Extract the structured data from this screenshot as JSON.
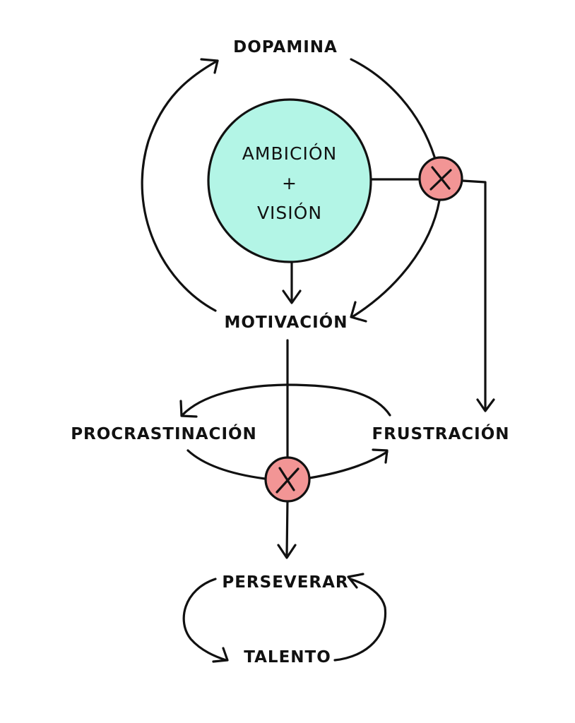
{
  "diagram": {
    "center_node": {
      "line1": "AMBICIÓN",
      "line2": "+",
      "line3": "VISIÓN",
      "fill": "#b3f5e6"
    },
    "nodes": {
      "dopamina": "DOPAMINA",
      "motivacion": "MOTIVACIÓN",
      "procrastinacion": "PROCRASTINACIÓN",
      "frustracion": "FRUSTRACIÓN",
      "perseverar": "PERSEVERAR",
      "talento": "TALENTO"
    },
    "blockers": {
      "symbol": "X",
      "fill": "#f29595"
    },
    "edges": [
      {
        "from": "MOTIVACIÓN",
        "to": "DOPAMINA"
      },
      {
        "from": "DOPAMINA",
        "to": "MOTIVACIÓN",
        "blocked": true
      },
      {
        "from": "AMBICIÓN + VISIÓN",
        "to": "MOTIVACIÓN"
      },
      {
        "from": "AMBICIÓN + VISIÓN",
        "to": "FRUSTRACIÓN",
        "blocked": true
      },
      {
        "from": "FRUSTRACIÓN",
        "to": "PROCRASTINACIÓN"
      },
      {
        "from": "PROCRASTINACIÓN",
        "to": "FRUSTRACIÓN",
        "blocked": true
      },
      {
        "from": "MOTIVACIÓN",
        "to": "PERSEVERAR",
        "blocked": true
      },
      {
        "from": "PERSEVERAR",
        "to": "TALENTO"
      },
      {
        "from": "TALENTO",
        "to": "PERSEVERAR"
      }
    ]
  }
}
